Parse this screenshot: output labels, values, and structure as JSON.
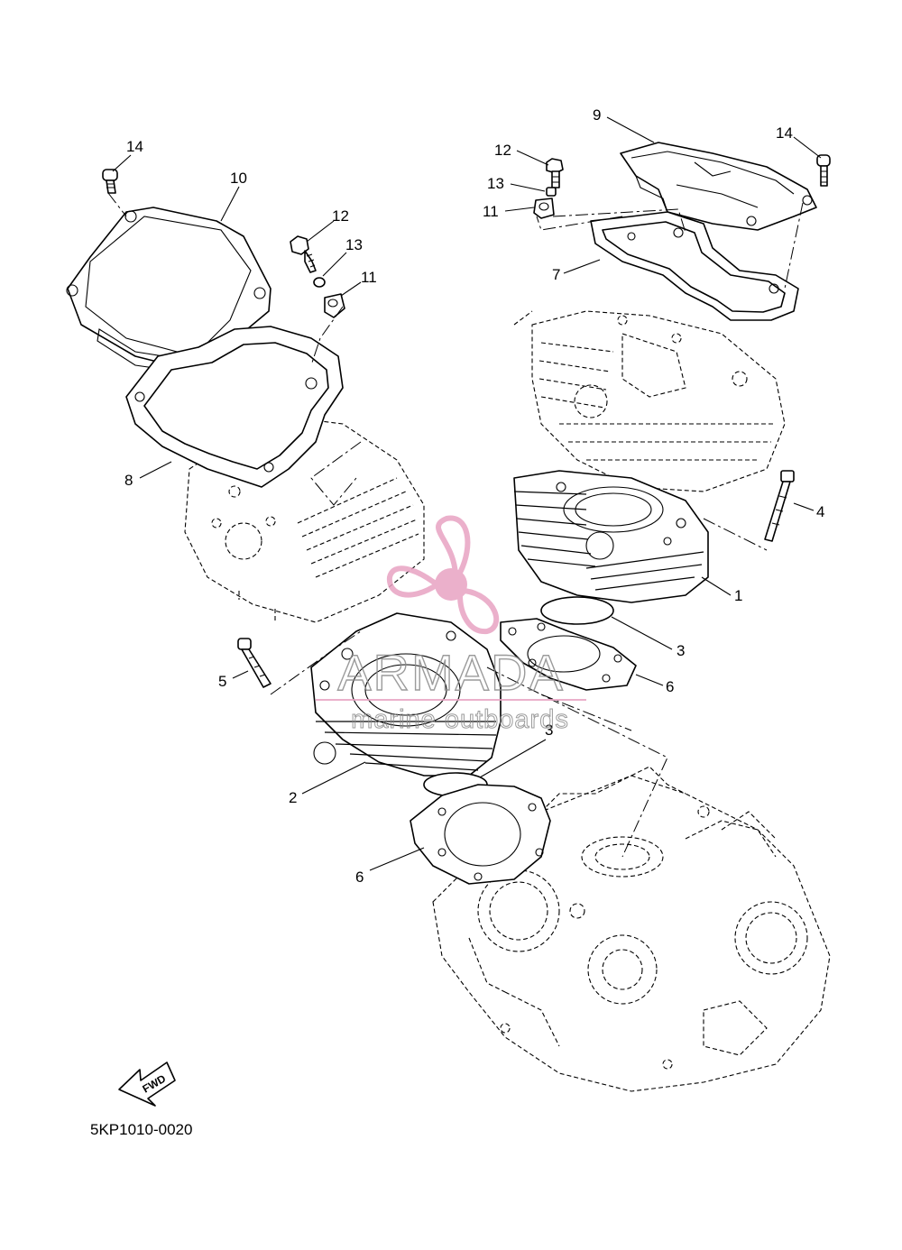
{
  "diagram_code": "5KP1010-0020",
  "watermark": {
    "brand": "ARMADA",
    "tagline": "marine outboards",
    "brand_color": "#8a8a8a",
    "accent_color": "#e8a3c3"
  },
  "fwd_label": "FWD",
  "callouts": [
    {
      "id": "c14a",
      "label": "14"
    },
    {
      "id": "c10",
      "label": "10"
    },
    {
      "id": "c12a",
      "label": "12"
    },
    {
      "id": "c13a",
      "label": "13"
    },
    {
      "id": "c11a",
      "label": "11"
    },
    {
      "id": "c8",
      "label": "8"
    },
    {
      "id": "c5",
      "label": "5"
    },
    {
      "id": "c2",
      "label": "2"
    },
    {
      "id": "c3a",
      "label": "3"
    },
    {
      "id": "c6a",
      "label": "6"
    },
    {
      "id": "c9",
      "label": "9"
    },
    {
      "id": "c14b",
      "label": "14"
    },
    {
      "id": "c12b",
      "label": "12"
    },
    {
      "id": "c13b",
      "label": "13"
    },
    {
      "id": "c11b",
      "label": "11"
    },
    {
      "id": "c7",
      "label": "7"
    },
    {
      "id": "c4",
      "label": "4"
    },
    {
      "id": "c1",
      "label": "1"
    },
    {
      "id": "c3b",
      "label": "3"
    },
    {
      "id": "c6b",
      "label": "6"
    }
  ]
}
